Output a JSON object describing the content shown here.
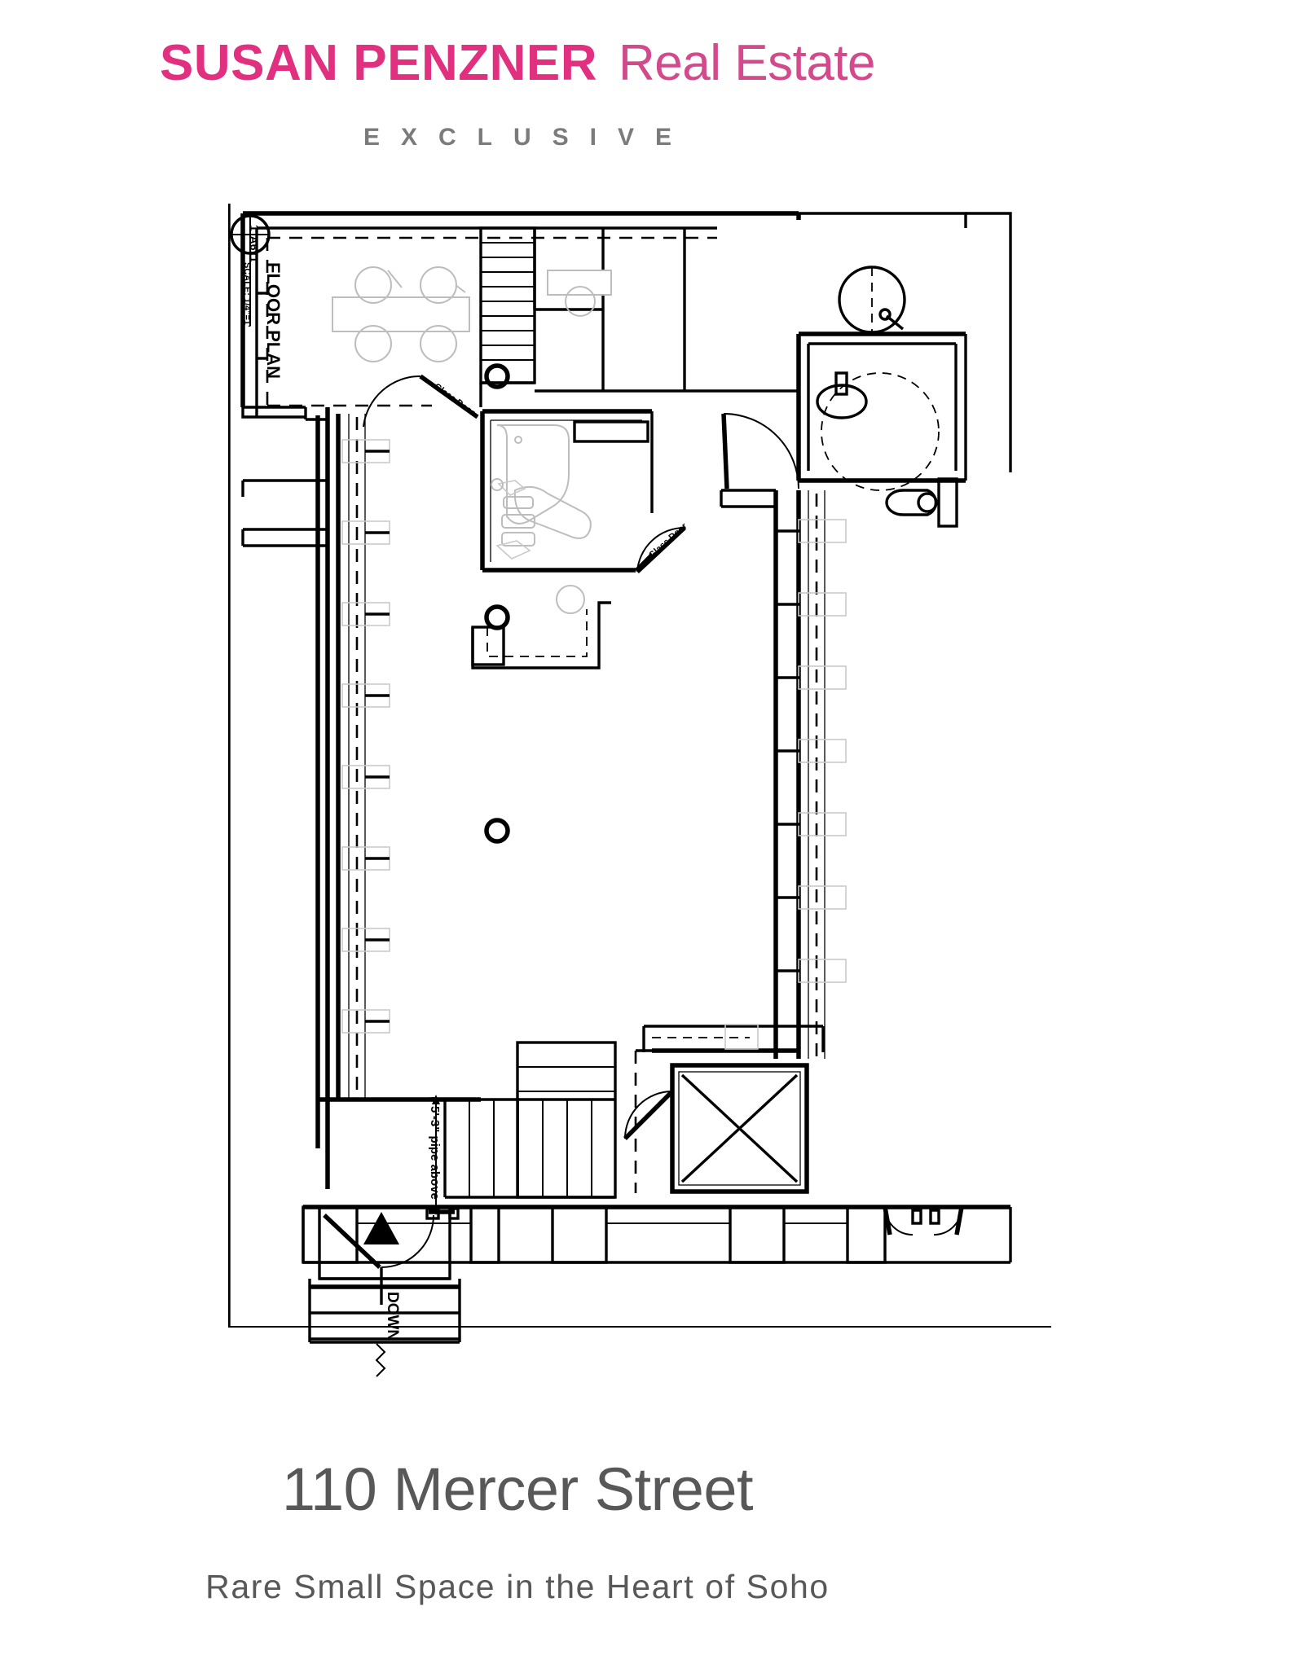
{
  "header": {
    "brand_name": "SUSAN PENZNER",
    "brand_sub": "Real Estate",
    "exclusive": "EXCLUSIVE",
    "brand_color": "#e0307f",
    "text_color": "#58585a"
  },
  "footer": {
    "address": "110 Mercer Street",
    "tagline": "Rare Small Space in the Heart of Soho"
  },
  "plan": {
    "drawing_marker": {
      "number": "1",
      "sheet": "A611",
      "title": "FLOOR PLAN",
      "scale": "SCALE: 1/4\"=1'"
    },
    "annotations": [
      {
        "id": "glass-door-1",
        "text": "Glass Door"
      },
      {
        "id": "glass-door-2",
        "text": "Glass Door"
      },
      {
        "id": "pipe-above",
        "text": "5'-3\" pipe above"
      },
      {
        "id": "stair-down",
        "text": "DOWN"
      }
    ],
    "rooms": [
      {
        "id": "conference-room",
        "label": ""
      },
      {
        "id": "office-room",
        "label": ""
      },
      {
        "id": "bathroom",
        "label": ""
      },
      {
        "id": "main-open-space",
        "label": ""
      },
      {
        "id": "elevator-shaft",
        "label": ""
      },
      {
        "id": "stair-core",
        "label": ""
      },
      {
        "id": "entry-vestibule",
        "label": ""
      }
    ],
    "line_color": "#000000",
    "furniture_color": "#bfbfbf"
  }
}
